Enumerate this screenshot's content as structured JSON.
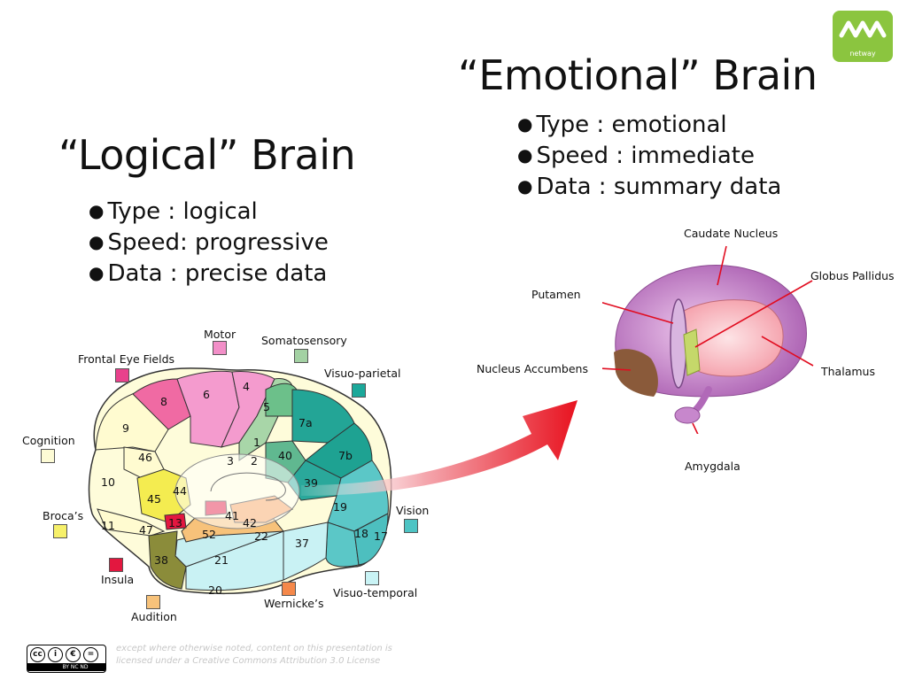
{
  "logo": {
    "text": "netway",
    "color": "#8bc53f"
  },
  "emotional": {
    "title": "“Emotional” Brain",
    "bullets": [
      "Type : emotional",
      "Speed : immediate",
      "Data : summary data"
    ]
  },
  "logical": {
    "title": "“Logical” Brain",
    "bullets": [
      "Type : logical",
      "Speed: progressive",
      "Data : precise data"
    ]
  },
  "cortex": {
    "legend": {
      "motor": "Motor",
      "somatosensory": "Somatosensory",
      "frontal_eye_fields": "Frontal Eye Fields",
      "visuo_parietal": "Visuo-parietal",
      "cognition": "Cognition",
      "brocas": "Broca’s",
      "insula": "Insula",
      "audition": "Audition",
      "wernickes": "Wernicke’s",
      "visuo_temporal": "Visuo-temporal",
      "vision": "Vision"
    },
    "legend_colors": {
      "motor": "#f28fc8",
      "somatosensory": "#a3d1a3",
      "frontal_eye_fields": "#e8418c",
      "visuo_parietal": "#1ba89a",
      "cognition": "#fdfbd5",
      "brocas": "#f6f06a",
      "insula": "#e3173f",
      "audition": "#f7c27a",
      "wernickes": "#f5884a",
      "visuo_temporal": "#c9f3f5",
      "vision": "#4dc4c4"
    },
    "areas": {
      "a1": "1",
      "a2": "2",
      "a3": "3",
      "a4": "4",
      "a5": "5",
      "a6": "6",
      "a7a": "7a",
      "a7b": "7b",
      "a8": "8",
      "a9": "9",
      "a10": "10",
      "a11": "11",
      "a13": "13",
      "a17": "17",
      "a18": "18",
      "a19": "19",
      "a20": "20",
      "a21": "21",
      "a22": "22",
      "a37": "37",
      "a38": "38",
      "a39": "39",
      "a40": "40",
      "a41": "41",
      "a42": "42",
      "a44": "44",
      "a45": "45",
      "a46": "46",
      "a47": "47",
      "a52": "52"
    }
  },
  "limbic": {
    "caudate_nucleus": "Caudate Nucleus",
    "globus_pallidus": "Globus Pallidus",
    "putamen": "Putamen",
    "nucleus_accumbens": "Nucleus Accumbens",
    "thalamus": "Thalamus",
    "amygdala": "Amygdala"
  },
  "license": {
    "badge": "BY NC ND",
    "text": "except where otherwise noted, content on this presentation is licensed under a Creative Commons Attribution 3.0 License"
  }
}
